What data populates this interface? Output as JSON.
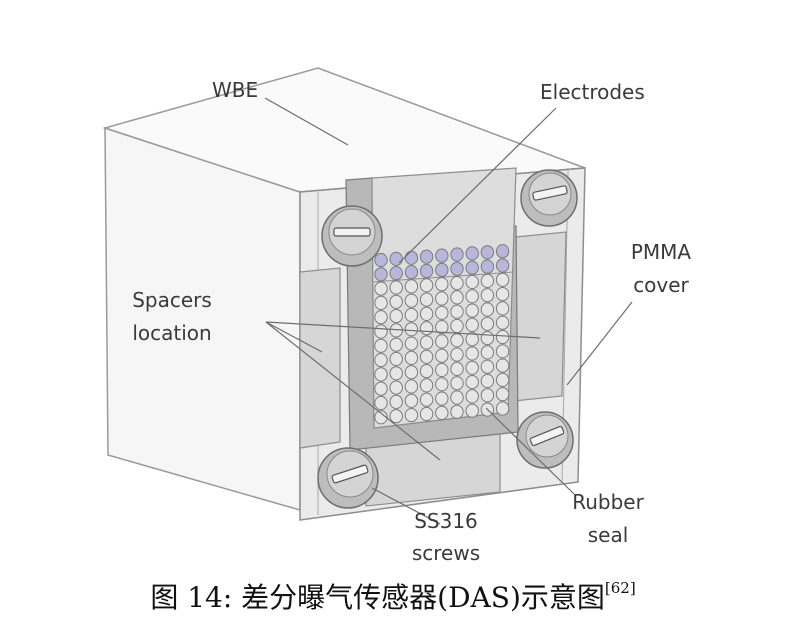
{
  "labels": {
    "wbe": "WBE",
    "electrodes": "Electrodes",
    "pmma_line1": "PMMA",
    "pmma_line2": "cover",
    "spacers_line1": "Spacers",
    "spacers_line2": "location",
    "rubber_line1": "Rubber",
    "rubber_line2": "seal",
    "screws_line1": "SS316",
    "screws_line2": "screws"
  },
  "caption": {
    "prefix": "图 14:",
    "text": " 差分曝气传感器(DAS)示意图",
    "ref": "[62]"
  },
  "colors": {
    "block_face": "#e9e9e9",
    "block_edge": "#8e8e8e",
    "recess": "#c8c8c8",
    "electrode_fill": "#e6e6e6",
    "electrode_top_row": "#b9b6dc",
    "screw": "#bcbcbc",
    "leader": "#6e6e6e"
  }
}
